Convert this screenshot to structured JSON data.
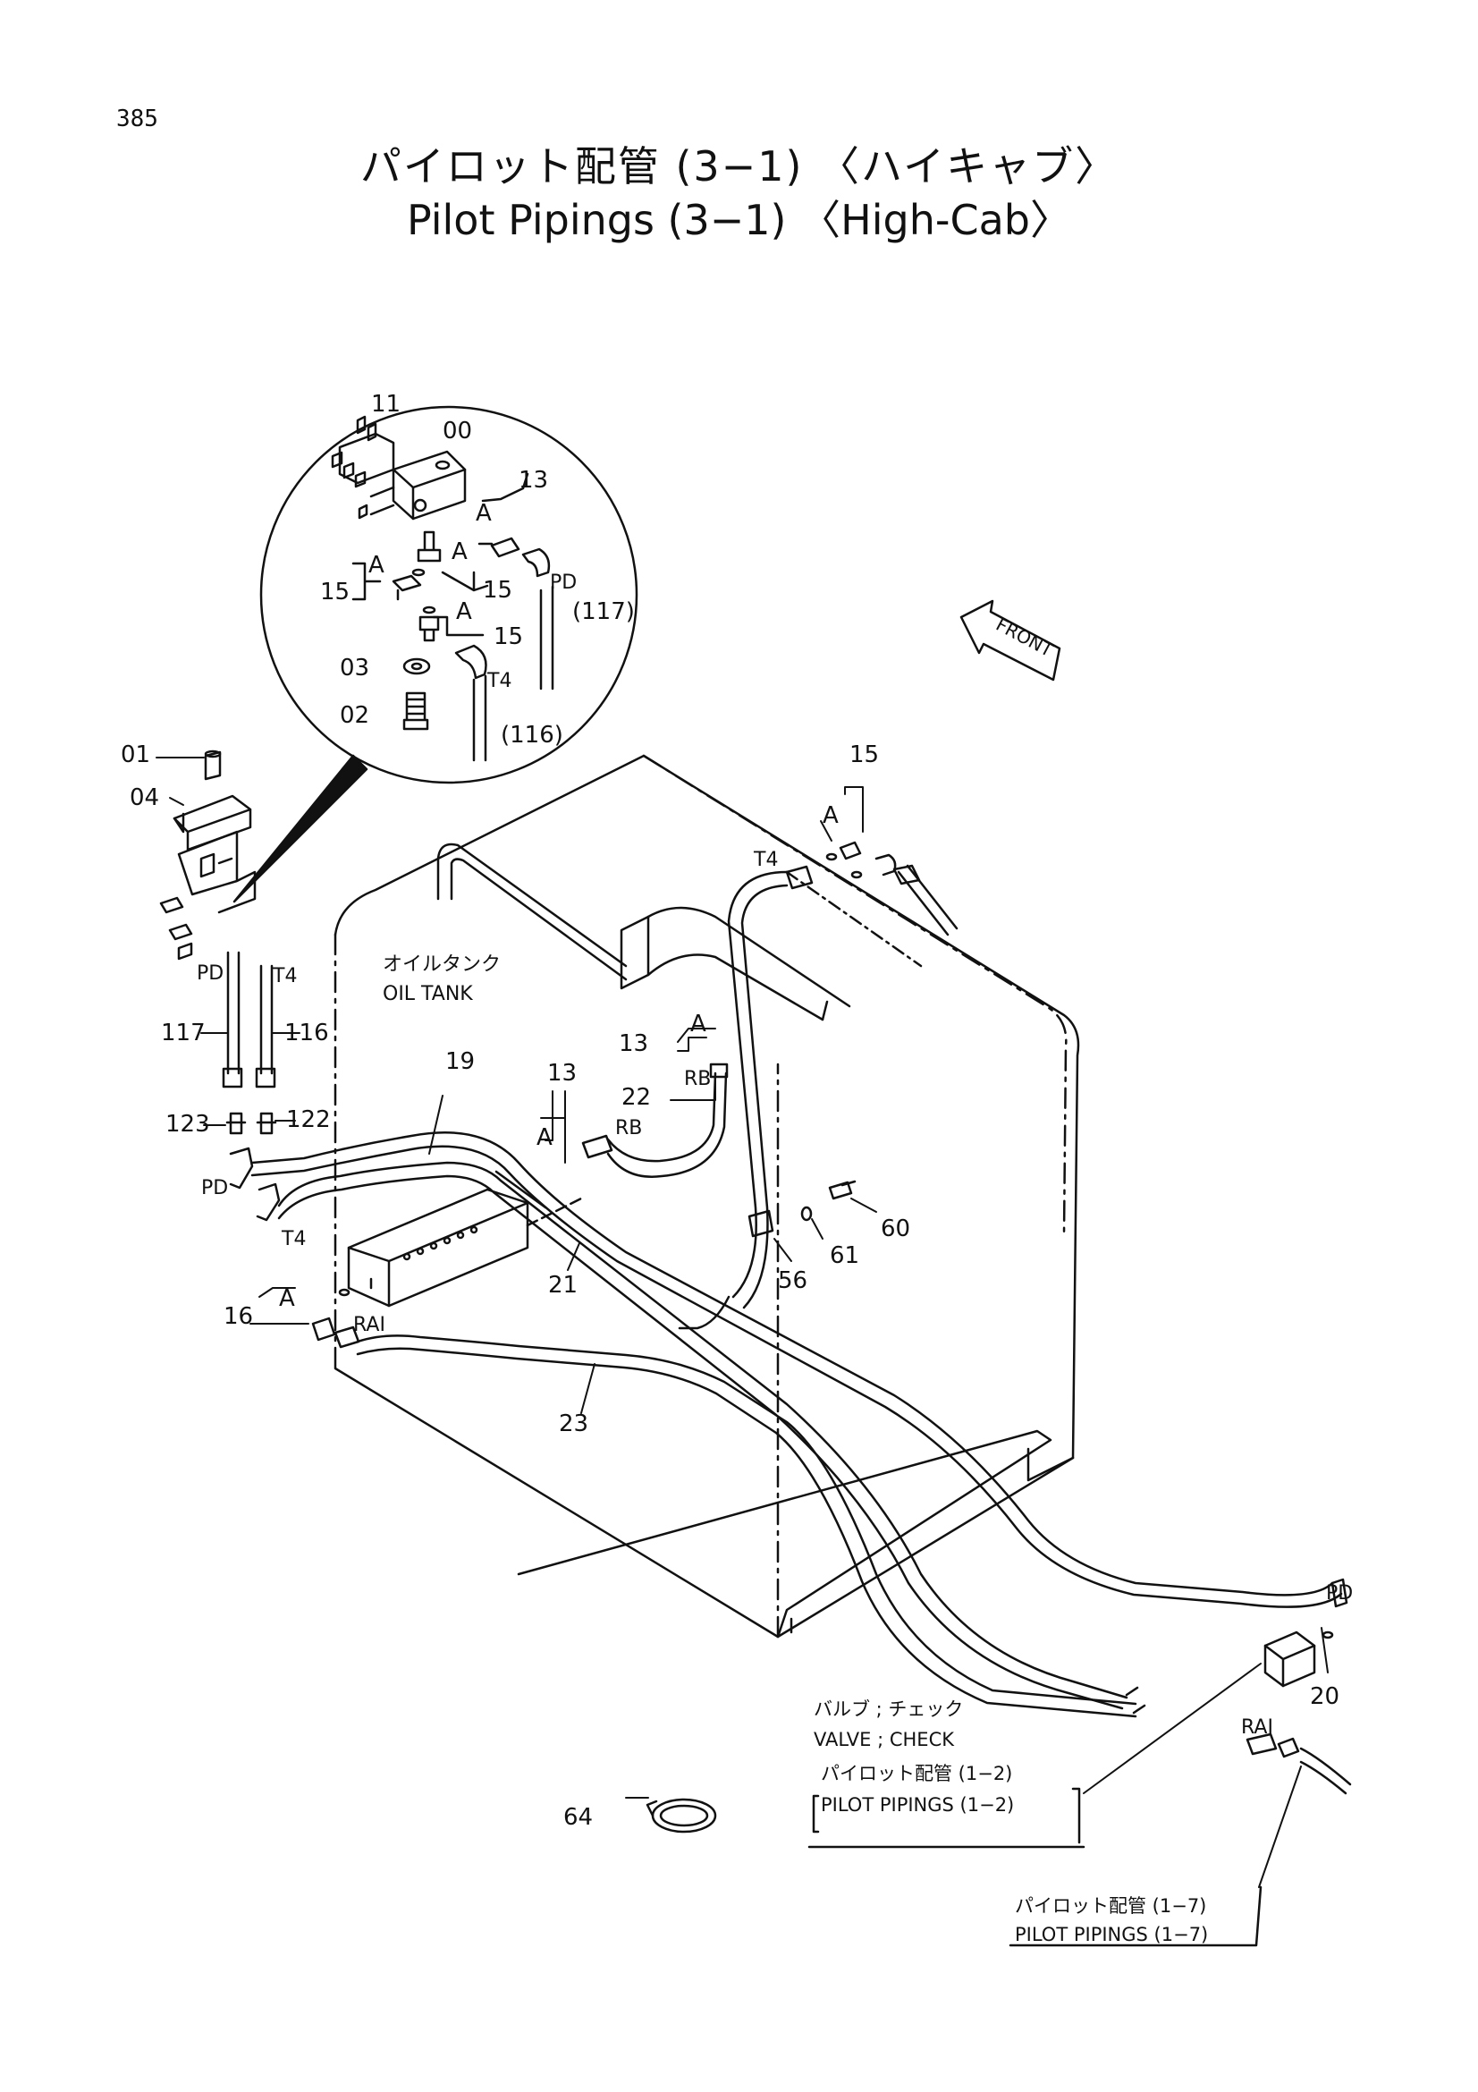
{
  "page_number": "385",
  "title": {
    "jp": "パイロット配管 (3−1) 〈ハイキャブ〉",
    "en": "Pilot Pipings (3−1) 〈High-Cab〉"
  },
  "front_marker": "FRONT",
  "tank_label": {
    "jp": "オイルタンク",
    "en": "OIL TANK"
  },
  "parts": {
    "p11": "11",
    "p00": "00",
    "p13a": "13",
    "pA1": "A",
    "pA2": "A",
    "pA3": "A",
    "pA4": "A",
    "p15a": "15",
    "p15b": "15",
    "p15c": "15",
    "pPD1": "PD",
    "p117a": "(117)",
    "p03": "03",
    "pT4a": "T4",
    "p02": "02",
    "p116a": "(116)",
    "p01": "01",
    "p04": "04",
    "pPD2": "PD",
    "pT4b": "T4",
    "p117": "117",
    "p116": "116",
    "p123": "123",
    "p122": "122",
    "pPD3": "PD",
    "pT4c": "T4",
    "p19": "19",
    "p13b": "13",
    "pA5": "A",
    "p13c": "13",
    "pA6": "A",
    "p22": "22",
    "pRB1": "RB",
    "pRB2": "RB",
    "p15d": "15",
    "pA7": "A",
    "pT4d": "T4",
    "p21": "21",
    "p56": "56",
    "p61": "61",
    "p60": "60",
    "p16": "16",
    "pA8": "A",
    "pRA1": "RAI",
    "p23": "23",
    "pPD4": "PD",
    "p20": "20",
    "pRA2": "RAI",
    "p64": "64"
  },
  "callouts": {
    "valve_jp": "バルブ ; チェック",
    "valve_en": "VALVE ; CHECK",
    "pp12_jp": "パイロット配管 (1−2)",
    "pp12_en": "PILOT PIPINGS (1−2)",
    "pp17_jp": "パイロット配管 (1−7)",
    "pp17_en": "PILOT PIPINGS (1−7)"
  }
}
